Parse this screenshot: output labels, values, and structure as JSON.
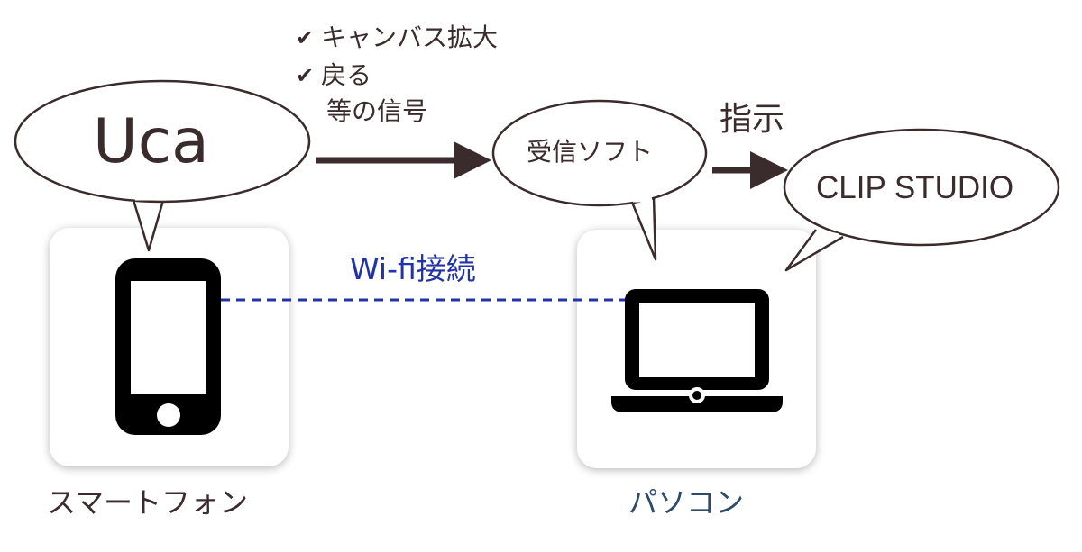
{
  "signals": {
    "items": [
      "キャンバス拡大",
      "戻る"
    ],
    "footer": "等の信号"
  },
  "bubbles": {
    "app": "Uca",
    "receiver": "受信ソフト",
    "software": "CLIP STUDIO"
  },
  "labels": {
    "instruct": "指示",
    "wifi": "Wi-fi接続",
    "smartphone": "スマートフォン",
    "pc": "パソコン"
  },
  "colors": {
    "line": "#3a2c2c",
    "wifi": "#2233aa",
    "pc_label": "#2e4a6b",
    "device": "#000000"
  },
  "icons": {
    "check": "check-icon",
    "phone": "smartphone-icon",
    "laptop": "laptop-icon",
    "arrow": "arrow-right-icon"
  }
}
